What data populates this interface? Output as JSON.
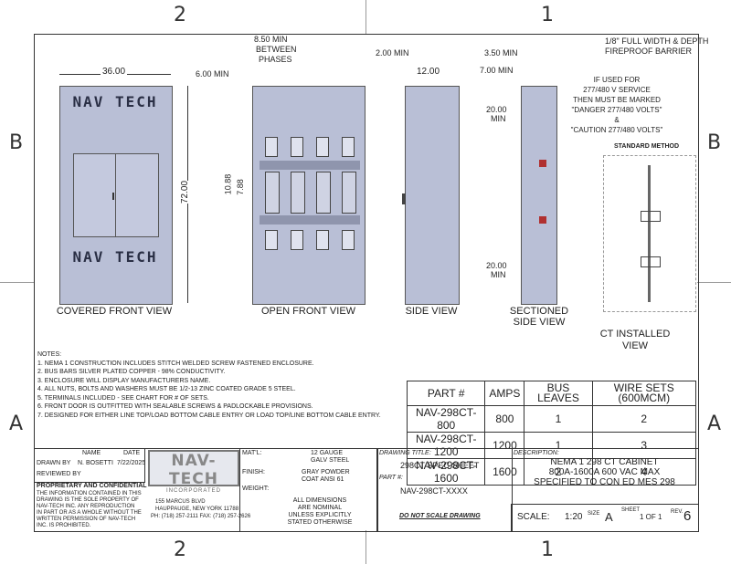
{
  "zones": {
    "top_left": "2",
    "top_right": "1",
    "bottom_left": "2",
    "bottom_right": "1",
    "left_top": "B",
    "left_bottom": "A",
    "right_top": "B",
    "right_bottom": "A"
  },
  "views": {
    "covered_front": "COVERED FRONT VIEW",
    "open_front": "OPEN FRONT VIEW",
    "side": "SIDE VIEW",
    "sectioned_side_line1": "SECTIONED",
    "sectioned_side_line2": "SIDE VIEW",
    "ct_installed_line1": "CT INSTALLED",
    "ct_installed_line2": "VIEW"
  },
  "cabinet_label": "NAV TECH",
  "dimensions": {
    "width": "36.00",
    "height": "72.00",
    "min_6": "6.00 MIN",
    "phases_line1": "8.50 MIN",
    "phases_line2": "BETWEEN",
    "phases_line3": "PHASES",
    "min_2": "2.00 MIN",
    "side_depth": "12.00",
    "min_3_5": "3.50 MIN",
    "min_7": "7.00 MIN",
    "min_20_top_a": "20.00",
    "min_20_top_b": "MIN",
    "min_20_bot_a": "20.00",
    "min_20_bot_b": "MIN",
    "gap_1": "10.88",
    "gap_2": "7.88"
  },
  "barrier_note": {
    "line1": "1/8\" FULL WIDTH & DEPTH",
    "line2": "FIREPROOF BARRIER"
  },
  "voltage_note": [
    "IF USED FOR",
    "277/480 V SERVICE",
    "THEN MUST BE MARKED",
    "\"DANGER 277/480 VOLTS\"",
    "&",
    "\"CAUTION 277/480 VOLTS\""
  ],
  "standard_method": "STANDARD METHOD",
  "notes": {
    "title": "NOTES:",
    "items": [
      "1. NEMA 1 CONSTRUCTION INCLUDES STITCH WELDED SCREW FASTENED ENCLOSURE.",
      "2. BUS BARS SILVER PLATED COPPER - 98% CONDUCTIVITY.",
      "3. ENCLOSURE WILL DISPLAY MANUFACTURERS NAME.",
      "4. ALL NUTS, BOLTS AND WASHERS MUST BE 1/2-13 ZINC COATED GRADE 5 STEEL.",
      "5. TERMINALS INCLUDED - SEE CHART FOR # OF SETS.",
      "6. FRONT DOOR IS OUTFITTED WITH SEALABLE SCREWS & PADLOCKABLE PROVISIONS.",
      "7. DESIGNED FOR EITHER LINE TOP/LOAD BOTTOM CABLE ENTRY OR LOAD TOP/LINE BOTTOM CABLE ENTRY."
    ]
  },
  "parts_table": {
    "headers": [
      "PART #",
      "AMPS",
      "BUS LEAVES",
      "WIRE SETS (600MCM)"
    ],
    "rows": [
      [
        "NAV-298CT-800",
        "800",
        "1",
        "2"
      ],
      [
        "NAV-298CT-1200",
        "1200",
        "1",
        "3"
      ],
      [
        "NAV-298CT-1600",
        "1600",
        "2",
        "4"
      ]
    ]
  },
  "title_block": {
    "name_h": "NAME",
    "date_h": "DATE",
    "drawn_by_label": "DRAWN BY",
    "drawn_by": "N. BOSETTI",
    "drawn_date": "7/22/2025",
    "reviewed_by_label": "REVIEWED BY",
    "prop_title": "PROPRIETARY AND CONFIDENTIAL",
    "prop_text": "THE INFORMATION CONTAINED IN THIS DRAWING IS THE SOLE PROPERTY OF NAV-TECH INC. ANY REPRODUCTION IN PART OR AS A WHOLE WITHOUT THE WRITTEN PERMISSION OF NAV-TECH INC. IS PROHIBITED.",
    "logo_main": "NAV-TECH",
    "logo_sub": "INCORPORATED",
    "address1": "155 MARCUS BLVD",
    "address2": "HAUPPAUGE, NEW YORK 11788",
    "phone": "PH: (718) 257-2111   FAX: (718) 257-2626",
    "matl_label": "MAT'L:",
    "matl_1": "12 GAUGE",
    "matl_2": "GALV STEEL",
    "finish_label": "FINISH:",
    "finish_1": "GRAY POWDER",
    "finish_2": "COAT ANSI 61",
    "weight_label": "WEIGHT:",
    "dims_note": [
      "ALL DIMENSIONS",
      "ARE NOMINAL",
      "UNLESS EXPLICITLY",
      "STATED OTHERWISE"
    ],
    "drawing_title_label": "DRAWING TITLE:",
    "drawing_title": "298CT SPEC SHEET",
    "part_label": "PART #:",
    "part": "NAV-298CT-XXXX",
    "no_scale": "DO NOT SCALE DRAWING",
    "desc_label": "DESCRIPTION:",
    "desc": [
      "NEMA 1 298 CT CABINET",
      "800A-1600A 600 VAC MAX",
      "SPECIFIED TO CON ED MES 298"
    ],
    "scale_label": "SCALE:",
    "scale": "1:20",
    "size_label": "SIZE",
    "size": "A",
    "sheet_label": "SHEET",
    "sheet": "1 OF 1",
    "rev_label": "REV.",
    "rev": "6"
  }
}
